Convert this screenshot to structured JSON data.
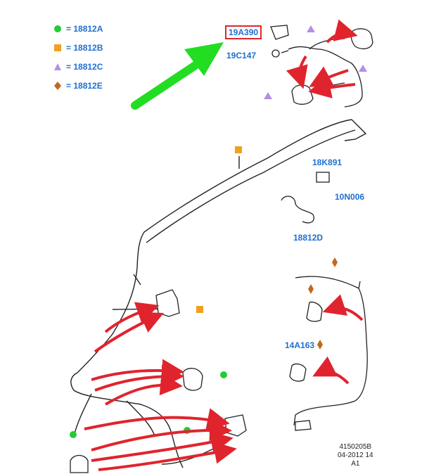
{
  "legend": [
    {
      "symbol": "circle",
      "color": "#22cc33",
      "text": "= 18812A"
    },
    {
      "symbol": "square",
      "color": "#f0a020",
      "text": "= 18812B"
    },
    {
      "symbol": "triangle",
      "color": "#b48ee8",
      "text": "= 18812C"
    },
    {
      "symbol": "diamond",
      "color": "#c0691e",
      "text": "= 18812E"
    }
  ],
  "labels": {
    "part_19a390": "19A390",
    "part_19c147": "19C147",
    "part_18k891": "18K891",
    "part_10n006": "10N006",
    "part_18812d": "18812D",
    "part_14a163": "14A163"
  },
  "footer": {
    "line1": "4150205B",
    "line2": "04-2012 14",
    "line3": "A1"
  },
  "colors": {
    "label_blue": "#1f6fd1",
    "highlight_red": "#e0242d",
    "arrow_red": "#e0242d",
    "pointer_green": "#22dd22",
    "wire": "#222222"
  },
  "icons": {
    "pointer": "green-arrow-icon",
    "callout_arrows": "red-curved-arrow-icon"
  }
}
